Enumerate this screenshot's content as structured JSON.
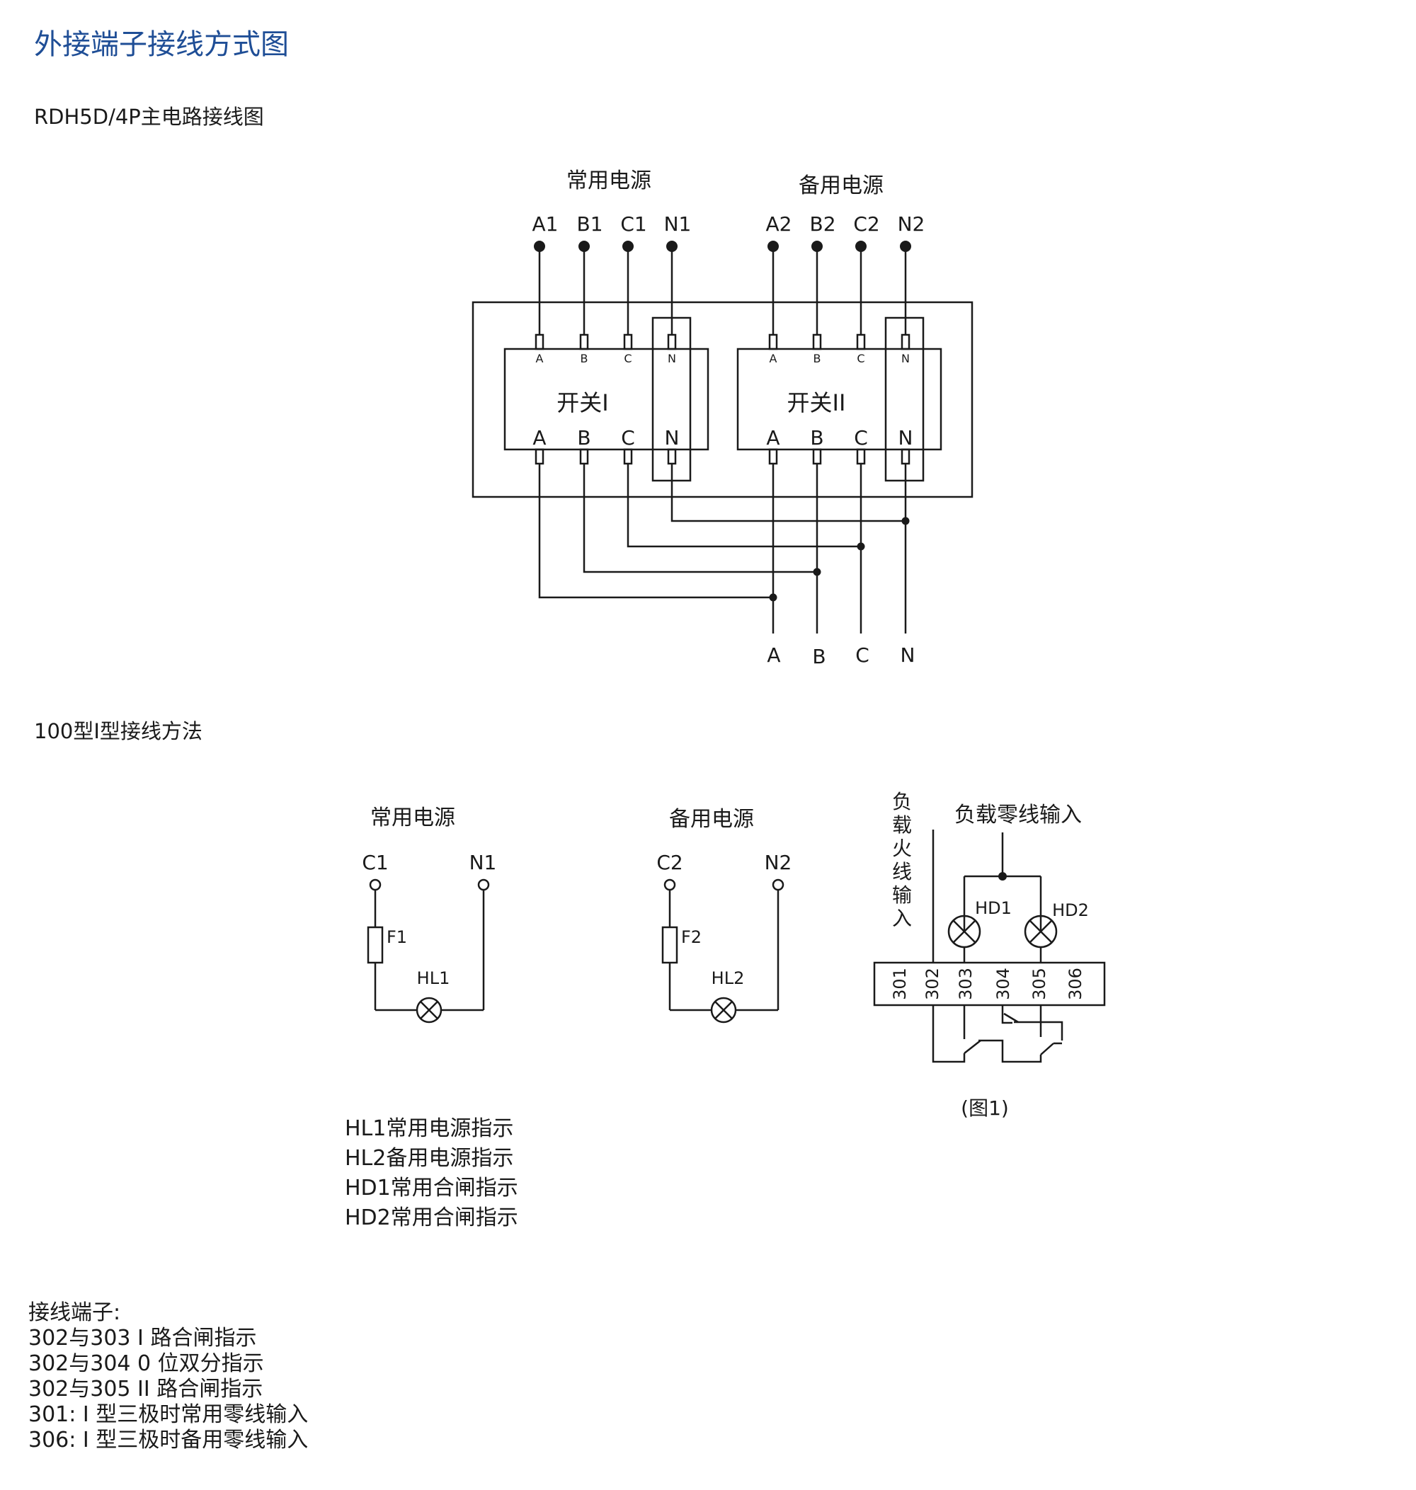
{
  "page_title": "外接端子接线方式图",
  "section1": {
    "heading": "RDH5D/4P主电路接线图",
    "normal_source_label": "常用电源",
    "backup_source_label": "备用电源",
    "normal_terminals": [
      "A1",
      "B1",
      "C1",
      "N1"
    ],
    "backup_terminals": [
      "A2",
      "B2",
      "C2",
      "N2"
    ],
    "switch1_label": "开关I",
    "switch2_label": "开关II",
    "pole_small_labels": [
      "A",
      "B",
      "C",
      "N"
    ],
    "pole_labels": [
      "A",
      "B",
      "C",
      "N"
    ],
    "output_labels": [
      "A",
      "B",
      "C",
      "N"
    ]
  },
  "section2": {
    "heading": "100型I型接线方法",
    "normal": {
      "label": "常用电源",
      "live": "C1",
      "neutral": "N1",
      "fuse": "F1",
      "lamp": "HL1"
    },
    "backup": {
      "label": "备用电源",
      "live": "C2",
      "neutral": "N2",
      "fuse": "F2",
      "lamp": "HL2"
    },
    "fig1": {
      "live_input_chars": [
        "负",
        "载",
        "火",
        "线",
        "输",
        "入"
      ],
      "neutral_input": "负载零线输入",
      "lamp1": "HD1",
      "lamp2": "HD2",
      "terminal_numbers": [
        "301",
        "302",
        "303",
        "304",
        "305",
        "306"
      ],
      "caption": "(图1)"
    },
    "notes": [
      "HL1常用电源指示",
      "HL2备用电源指示",
      "HD1常用合闸指示",
      "HD2常用合闸指示"
    ]
  },
  "terminal_section": {
    "heading": "接线端子:",
    "lines": [
      "302与303 I 路合闸指示",
      "302与304 0 位双分指示",
      "302与305 II  路合闸指示",
      "301: I 型三极时常用零线输入",
      "306: I 型三极时备用零线输入"
    ]
  }
}
